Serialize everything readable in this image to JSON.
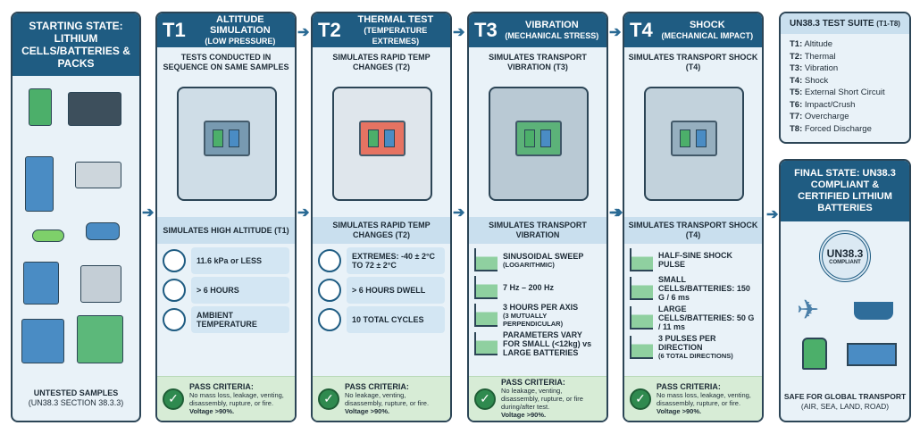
{
  "start": {
    "title": "STARTING STATE: LITHIUM CELLS/BATTERIES & PACKS",
    "caption": "UNTESTED SAMPLES",
    "caption_sub": "(UN38.3 SECTION 38.3.3)"
  },
  "tests": [
    {
      "num": "T1",
      "title": "ALTITUDE SIMULATION",
      "subtitle": "(LOW PRESSURE)",
      "desc": "TESTS CONDUCTED IN SEQUENCE ON SAME SAMPLES",
      "band": "SIMULATES HIGH ALTITUDE (T1)",
      "rows": [
        {
          "icon": "pressure-gauge-icon",
          "text": "11.6 kPa or LESS"
        },
        {
          "icon": "clock-icon",
          "text": "> 6 HOURS"
        },
        {
          "icon": "thermometer-icon",
          "text": "AMBIENT TEMPERATURE"
        }
      ],
      "pass_title": "PASS CRITERIA:",
      "pass_text": "No mass loss, leakage, venting, disassembly, rupture, or fire.",
      "pass_voltage": "Voltage >90%."
    },
    {
      "num": "T2",
      "title": "THERMAL TEST",
      "subtitle": "(TEMPERATURE EXTREMES)",
      "desc": "SIMULATES RAPID TEMP CHANGES (T2)",
      "band": "SIMULATES RAPID TEMP CHANGES (T2)",
      "rows": [
        {
          "icon": "thermometer-icon",
          "text": "EXTREMES: -40 ± 2°C TO 72 ± 2°C"
        },
        {
          "icon": "clock-icon",
          "text": "> 6 HOURS DWELL"
        },
        {
          "icon": "cycle-icon",
          "text": "10 TOTAL CYCLES"
        }
      ],
      "pass_title": "PASS CRITERIA:",
      "pass_text": "No leakage, venting, disassembly, rupture, or fire.",
      "pass_voltage": "Voltage >90%."
    },
    {
      "num": "T3",
      "title": "VIBRATION",
      "subtitle": "(MECHANICAL STRESS)",
      "desc": "SIMULATES TRANSPORT VIBRATION (T3)",
      "band": "SIMULATES TRANSPORT VIBRATION",
      "rows": [
        {
          "icon": "sine-wave-icon",
          "text": "SINUSOIDAL SWEEP",
          "sub": "(LOGARITHMIC)"
        },
        {
          "icon": "frequency-curve-icon",
          "text": "7 Hz – 200 Hz",
          "sub": ""
        },
        {
          "icon": "axes-icon",
          "text": "3 HOURS PER AXIS",
          "sub": "(3 MUTUALLY PERPENDICULAR)"
        },
        {
          "icon": "sine-wave-icon",
          "text": "PARAMETERS VARY FOR SMALL (<12kg) vs LARGE BATTERIES",
          "sub": ""
        }
      ],
      "pass_title": "PASS CRITERIA:",
      "pass_text": "No leakage, venting, disassembly, rupture, or fire during/after test.",
      "pass_voltage": "Voltage >90%."
    },
    {
      "num": "T4",
      "title": "SHOCK",
      "subtitle": "(MECHANICAL IMPACT)",
      "desc": "SIMULATES TRANSPORT SHOCK (T4)",
      "band": "SIMULATES TRANSPORT SHOCK (T4)",
      "rows": [
        {
          "icon": "half-sine-pulse-icon",
          "text": "HALF-SINE SHOCK PULSE",
          "sub": ""
        },
        {
          "icon": "small-pulse-icon",
          "text": "SMALL CELLS/BATTERIES: 150 G / 6 ms",
          "sub": ""
        },
        {
          "icon": "large-pulse-icon",
          "text": "LARGE CELLS/BATTERIES: 50 G / 11 ms",
          "sub": ""
        },
        {
          "icon": "four-direction-arrows-icon",
          "text": "3 PULSES PER DIRECTION",
          "sub": "(6 TOTAL DIRECTIONS)"
        }
      ],
      "pass_title": "PASS CRITERIA:",
      "pass_text": "No mass loss, leakage, venting, disassembly, rupture, or fire.",
      "pass_voltage": "Voltage >90%."
    }
  ],
  "suite": {
    "title": "UN38.3 TEST SUITE",
    "title_range": "(T1-T8)",
    "items": [
      {
        "k": "T1:",
        "v": "Altitude"
      },
      {
        "k": "T2:",
        "v": "Thermal"
      },
      {
        "k": "T3:",
        "v": "Vibration"
      },
      {
        "k": "T4:",
        "v": "Shock"
      },
      {
        "k": "T5:",
        "v": "External Short Circuit"
      },
      {
        "k": "T6:",
        "v": "Impact/Crush"
      },
      {
        "k": "T7:",
        "v": "Overcharge"
      },
      {
        "k": "T8:",
        "v": "Forced Discharge"
      }
    ]
  },
  "final": {
    "title": "FINAL STATE: UN38.3 COMPLIANT & CERTIFIED LITHIUM BATTERIES",
    "badge_main": "UN38.3",
    "badge_sub": "COMPLIANT",
    "caption": "SAFE FOR GLOBAL TRANSPORT",
    "caption_sub": "(AIR, SEA, LAND, ROAD)"
  },
  "colors": {
    "header": "#1f5c82",
    "panel": "#e9f2f8",
    "pass": "#d7ecd6",
    "battery_green": "#4caf6a",
    "battery_blue": "#4a8cc4"
  }
}
